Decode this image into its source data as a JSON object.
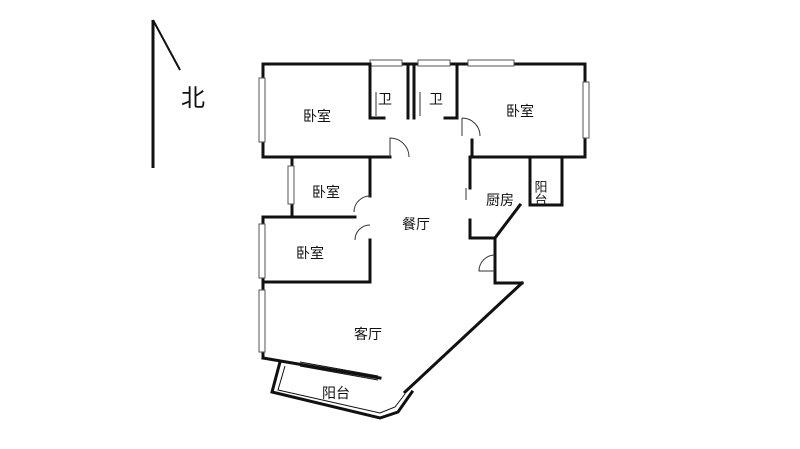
{
  "compass": {
    "label": "北"
  },
  "rooms": {
    "bedroom_top_left": "卧室",
    "bath_left": "卫",
    "bath_right": "卫",
    "bedroom_top_right": "卧室",
    "bedroom_mid": "卧室",
    "bedroom_lower": "卧室",
    "dining": "餐厅",
    "kitchen": "厨房",
    "balcony_small": "阳台",
    "living": "客厅",
    "balcony_bottom": "阳台"
  }
}
